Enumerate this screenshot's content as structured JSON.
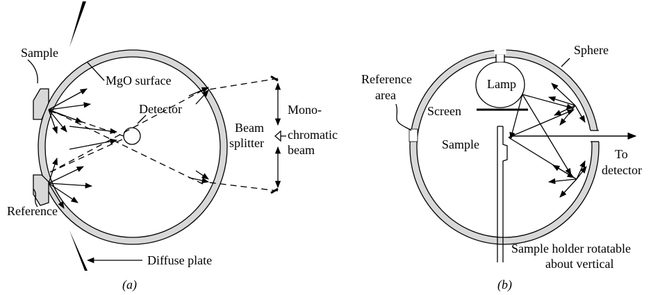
{
  "panel_a": {
    "caption": "(a)",
    "labels": {
      "sample": "Sample",
      "mgo_surface": "MgO surface",
      "detector": "Detector",
      "beam_line1": "Beam",
      "beam_line2": "splitter",
      "mono_line1": "Mono-",
      "mono_line2": "chromatic",
      "mono_line3": "beam",
      "reference": "Reference",
      "diffuse_plate": "Diffuse plate"
    }
  },
  "panel_b": {
    "caption": "(b)",
    "labels": {
      "reference_line1": "Reference",
      "reference_line2": "area",
      "lamp": "Lamp",
      "sphere": "Sphere",
      "screen": "Screen",
      "sample": "Sample",
      "to_line1": "To",
      "to_line2": "detector",
      "holder_line1": "Sample holder rotatable",
      "holder_line2": "about vertical"
    }
  },
  "colors": {
    "line": "#000000",
    "wall_fill": "#d8d8d8",
    "background": "#ffffff"
  }
}
